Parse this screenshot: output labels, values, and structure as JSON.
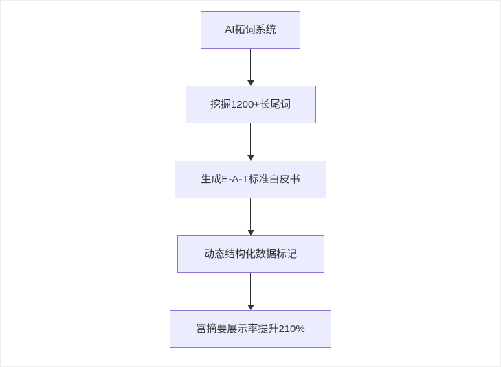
{
  "flowchart": {
    "type": "flowchart-vertical",
    "direction": "top-down",
    "nodes": [
      {
        "id": "A",
        "label": "AI拓词系统"
      },
      {
        "id": "B",
        "label": "挖掘1200+长尾词"
      },
      {
        "id": "C",
        "label": "生成E-A-T标准白皮书"
      },
      {
        "id": "D",
        "label": "动态结构化数据标记"
      },
      {
        "id": "E",
        "label": "富摘要展示率提升210%"
      }
    ],
    "edges": [
      {
        "from": "A",
        "to": "B"
      },
      {
        "from": "B",
        "to": "C"
      },
      {
        "from": "C",
        "to": "D"
      },
      {
        "from": "D",
        "to": "E"
      }
    ],
    "colors": {
      "node_fill": "#ececff",
      "node_border": "#9370db",
      "arrow": "#333333",
      "text": "#333333",
      "background": "#ffffff"
    }
  }
}
